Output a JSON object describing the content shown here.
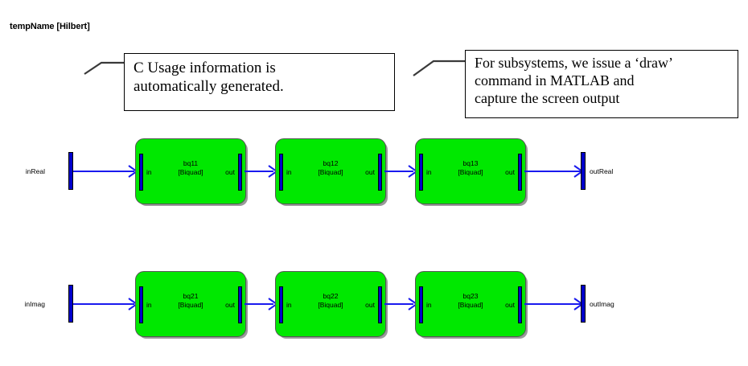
{
  "window": {
    "title": "tempName [Hilbert]"
  },
  "annotations": [
    {
      "id": "c-usage",
      "lines": [
        "C Usage information is",
        "automatically generated."
      ]
    },
    {
      "id": "subsystems",
      "lines": [
        "For subsystems, we issue a ‘draw’",
        "command in MATLAB and",
        "capture the screen output"
      ]
    }
  ],
  "diagram": {
    "colors": {
      "block_fill": "#00e800",
      "block_border": "#555555",
      "port_fill": "#0000cc",
      "wire": "#1a1aee",
      "shadow": "#9a9a9a"
    },
    "rows": [
      {
        "id": "real",
        "input_port": {
          "label": "inReal"
        },
        "output_port": {
          "label": "outReal"
        },
        "blocks": [
          {
            "name": "bq11",
            "type": "[Biquad]",
            "in_label": "in",
            "out_label": "out"
          },
          {
            "name": "bq12",
            "type": "[Biquad]",
            "in_label": "in",
            "out_label": "out"
          },
          {
            "name": "bq13",
            "type": "[Biquad]",
            "in_label": "in",
            "out_label": "out"
          }
        ]
      },
      {
        "id": "imag",
        "input_port": {
          "label": "inImag"
        },
        "output_port": {
          "label": "outImag"
        },
        "blocks": [
          {
            "name": "bq21",
            "type": "[Biquad]",
            "in_label": "in",
            "out_label": "out"
          },
          {
            "name": "bq22",
            "type": "[Biquad]",
            "in_label": "in",
            "out_label": "out"
          },
          {
            "name": "bq23",
            "type": "[Biquad]",
            "in_label": "in",
            "out_label": "out"
          }
        ]
      }
    ]
  }
}
